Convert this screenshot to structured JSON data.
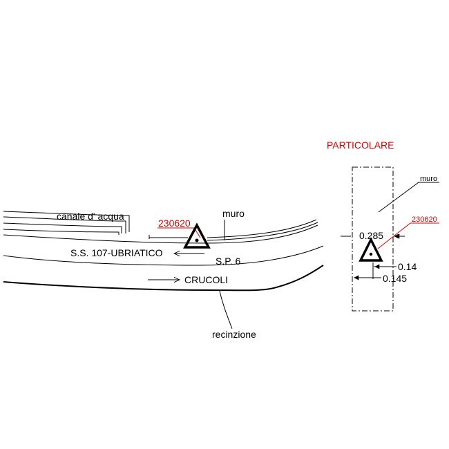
{
  "title": "PARTICOLARE",
  "labels": {
    "canale": "canale d' acqua",
    "muro": "muro",
    "code": "230620",
    "ss107": "S.S. 107-UBRIATICO",
    "sp6": "S.P. 6",
    "crucoli": "CRUCOLI",
    "recinzione": "recinzione"
  },
  "detail": {
    "muro": "muro",
    "code": "230620",
    "dim_width": "0.285",
    "dim_a": "0.14",
    "dim_b": "0.145"
  },
  "colors": {
    "line": "#000000",
    "accent": "#d40000"
  }
}
